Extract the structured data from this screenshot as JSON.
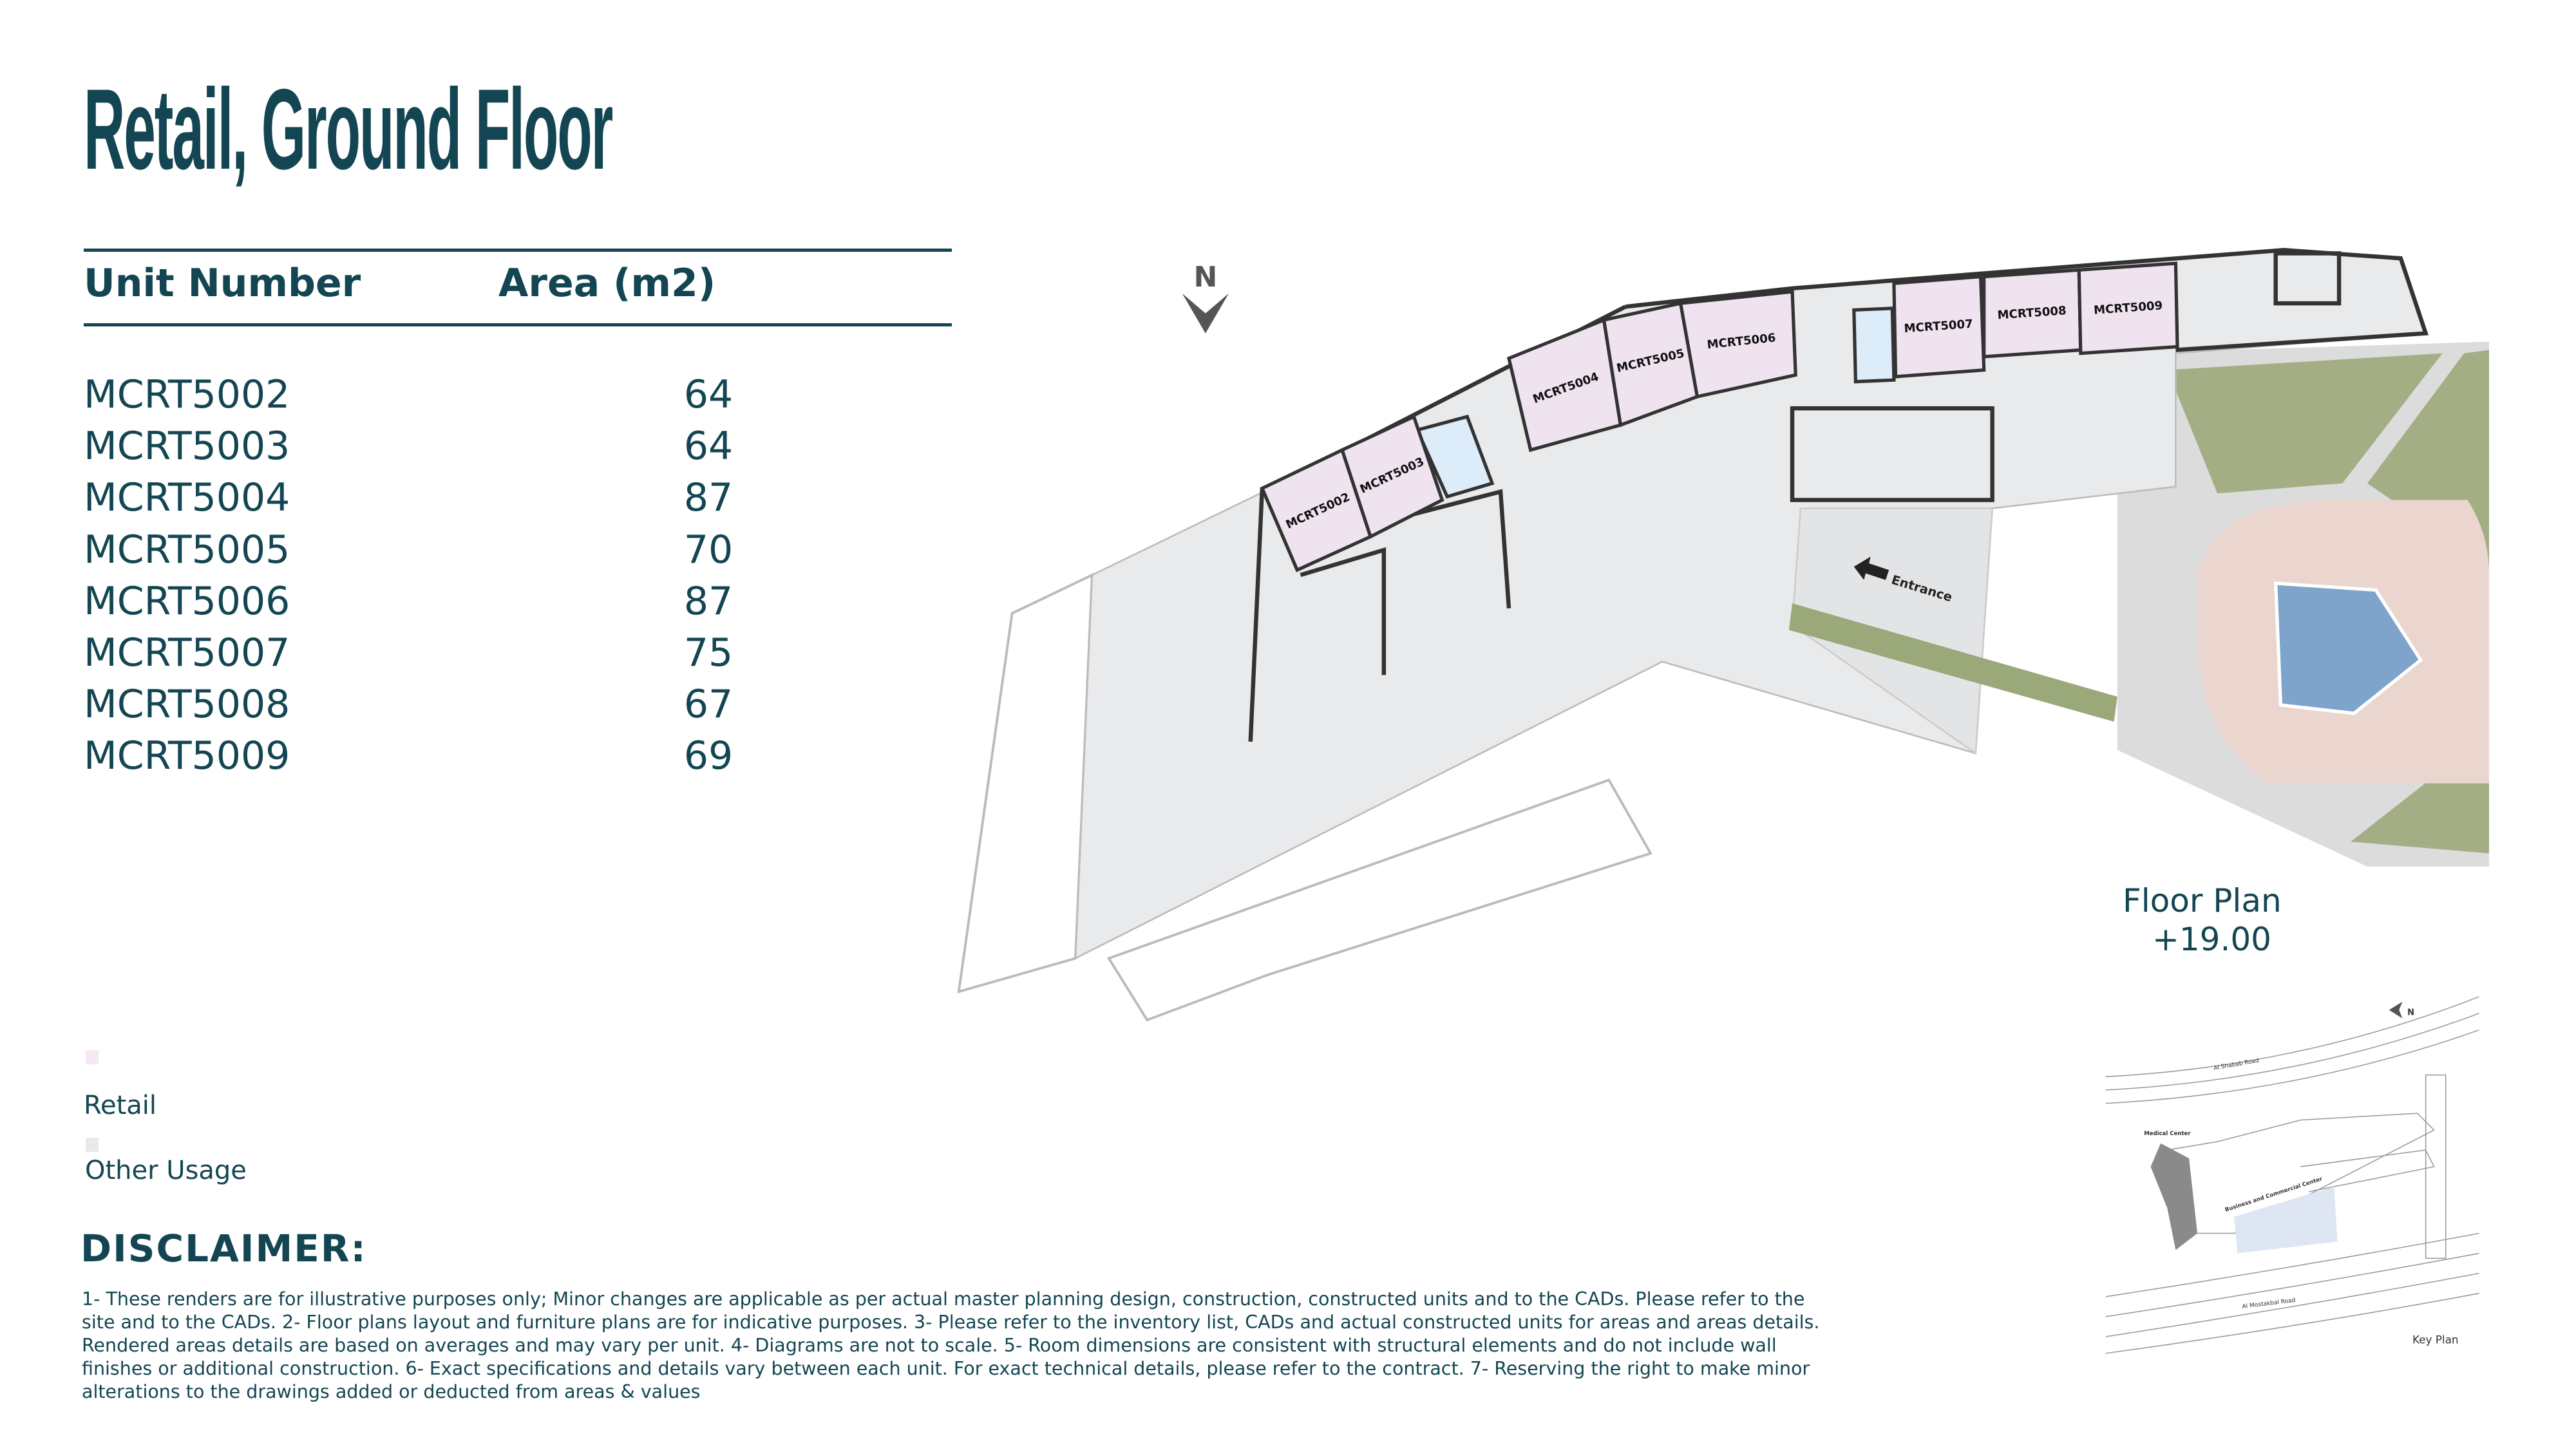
{
  "title": "Retail, Ground Floor",
  "table": {
    "headers": {
      "unit": "Unit Number",
      "area": "Area (m2)"
    },
    "rows": [
      {
        "unit": "MCRT5002",
        "area": "64"
      },
      {
        "unit": "MCRT5003",
        "area": "64"
      },
      {
        "unit": "MCRT5004",
        "area": "87"
      },
      {
        "unit": "MCRT5005",
        "area": "70"
      },
      {
        "unit": "MCRT5006",
        "area": "87"
      },
      {
        "unit": "MCRT5007",
        "area": "75"
      },
      {
        "unit": "MCRT5008",
        "area": "67"
      },
      {
        "unit": "MCRT5009",
        "area": "69"
      }
    ]
  },
  "legend": [
    {
      "label": "Retail",
      "color": "#f3e8f3"
    },
    {
      "label": "Other Usage",
      "color": "#e8e9eb"
    }
  ],
  "disclaimer": {
    "heading": "DISCLAIMER:",
    "text": "1- These renders are for illustrative purposes only; Minor changes are applicable as per actual master planning design, construction, constructed units and to the CADs. Please refer to the site and to the CADs. 2- Floor plans layout and furniture plans are for indicative purposes. 3- Please refer to the inventory list, CADs and actual constructed units for areas and areas details. Rendered areas details are based on averages and may vary per unit. 4- Diagrams are not to scale. 5- Room dimensions are consistent with structural elements and do not include wall finishes or additional construction. 6- Exact specifications and details vary between each unit. For exact technical details, please refer to the contract. 7- Reserving the right to make minor alterations to the drawings added or deducted from areas & values"
  },
  "floor_plan": {
    "north_label": "N",
    "entrance_label": "Entrance",
    "caption": "Floor Plan",
    "level": "+19.00",
    "unit_labels": [
      "MCRT5002",
      "MCRT5003",
      "MCRT5004",
      "MCRT5005",
      "MCRT5006",
      "MCRT5007",
      "MCRT5008",
      "MCRT5009"
    ],
    "colors": {
      "retail": "#efe3ef",
      "circulation": "#e9eaec",
      "wc": "#dcecf8",
      "landscape": "#a3ae84",
      "plaza": "#ead6cf",
      "pool": "#7fa4cc",
      "wall": "#333333"
    }
  },
  "key_plan": {
    "caption": "Key Plan",
    "north_label": "N",
    "road_top": "Al Shabab Road",
    "road_bottom": "Al Mostakbal Road",
    "building_1": "Medical Center",
    "building_2": "Business and Commercial Center"
  },
  "colors": {
    "primary": "#134652"
  }
}
